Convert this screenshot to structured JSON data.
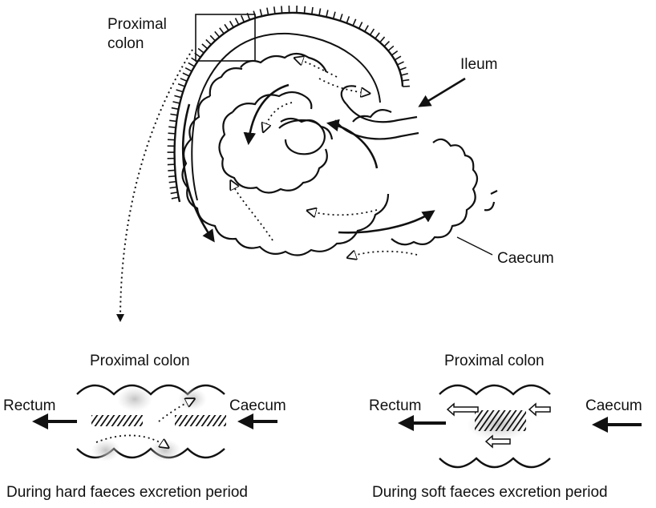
{
  "labels": {
    "proximal_colon_line1": "Proximal",
    "proximal_colon_line2": "colon",
    "ileum": "Ileum",
    "caecum": "Caecum"
  },
  "panel_hard": {
    "title": "Proximal colon",
    "left": "Rectum",
    "right": "Caecum",
    "caption": "During hard faeces excretion period"
  },
  "panel_soft": {
    "title": "Proximal colon",
    "left": "Rectum",
    "right": "Caecum",
    "caption": "During soft faeces excretion period"
  }
}
